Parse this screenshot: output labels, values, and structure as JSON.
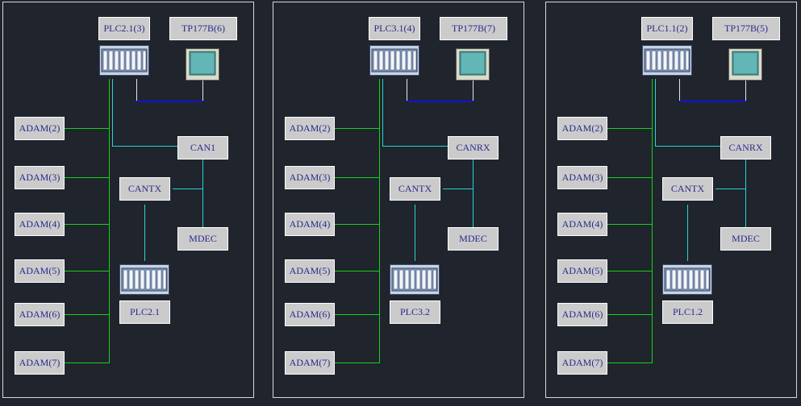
{
  "colors": {
    "background": "#1f242d",
    "panel_border": "#d8d8d8",
    "box_fill": "#cbcbcb",
    "label_text": "#2a2a8c",
    "adam_bus": "#18d018",
    "can_link": "#2bd3d3",
    "hmi_link": "#1212d8",
    "drop_line": "#e6e6e6"
  },
  "panels": [
    {
      "plc_main": "PLC2.1(3)",
      "tp": "TP177B(6)",
      "can_upper": "CAN1",
      "cantx": "CANTX",
      "mdec": "MDEC",
      "plc_sub": "PLC2.1",
      "adam": [
        "ADAM(2)",
        "ADAM(3)",
        "ADAM(4)",
        "ADAM(5)",
        "ADAM(6)",
        "ADAM(7)"
      ]
    },
    {
      "plc_main": "PLC3.1(4)",
      "tp": "TP177B(7)",
      "can_upper": "CANRX",
      "cantx": "CANTX",
      "mdec": "MDEC",
      "plc_sub": "PLC3.2",
      "adam": [
        "ADAM(2)",
        "ADAM(3)",
        "ADAM(4)",
        "ADAM(5)",
        "ADAM(6)",
        "ADAM(7)"
      ]
    },
    {
      "plc_main": "PLC1.1(2)",
      "tp": "TP177B(5)",
      "can_upper": "CANRX",
      "cantx": "CANTX",
      "mdec": "MDEC",
      "plc_sub": "PLC1.2",
      "adam": [
        "ADAM(2)",
        "ADAM(3)",
        "ADAM(4)",
        "ADAM(5)",
        "ADAM(6)",
        "ADAM(7)"
      ]
    }
  ]
}
